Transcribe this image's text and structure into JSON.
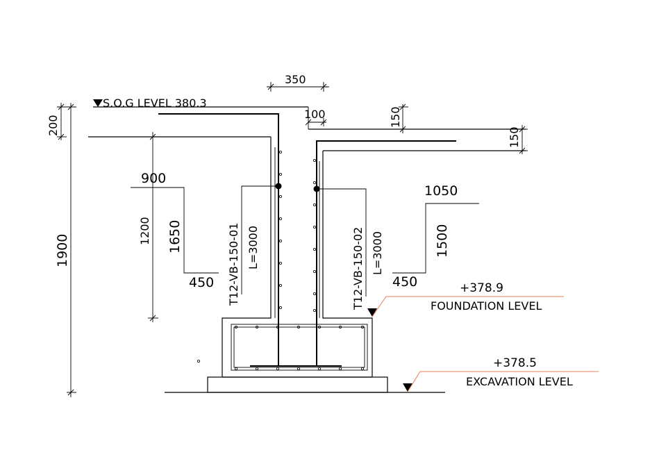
{
  "drawing": {
    "sog_level_label": "S.O.G LEVEL 380.3",
    "foundation": {
      "elevation": "+378.9",
      "label": "FOUNDATION LEVEL"
    },
    "excavation": {
      "elevation": "+378.5",
      "label": "EXCAVATION LEVEL"
    },
    "dims": {
      "col_width": "350",
      "cover_100": "100",
      "slab_150_a": "150",
      "slab_150_b": "150",
      "top_200": "200",
      "total_1900": "1900",
      "left_900": "900",
      "left_1200": "1200",
      "left_1650": "1650",
      "left_450": "450",
      "right_1050": "1050",
      "right_1500": "1500",
      "right_450": "450"
    },
    "bars": {
      "left_mark": "T12-VB-150-01",
      "left_len": "L=3000",
      "right_mark": "T12-VB-150-02",
      "right_len": "L=3000"
    },
    "colors": {
      "line": "#000000",
      "leader": "#e0805a"
    }
  }
}
